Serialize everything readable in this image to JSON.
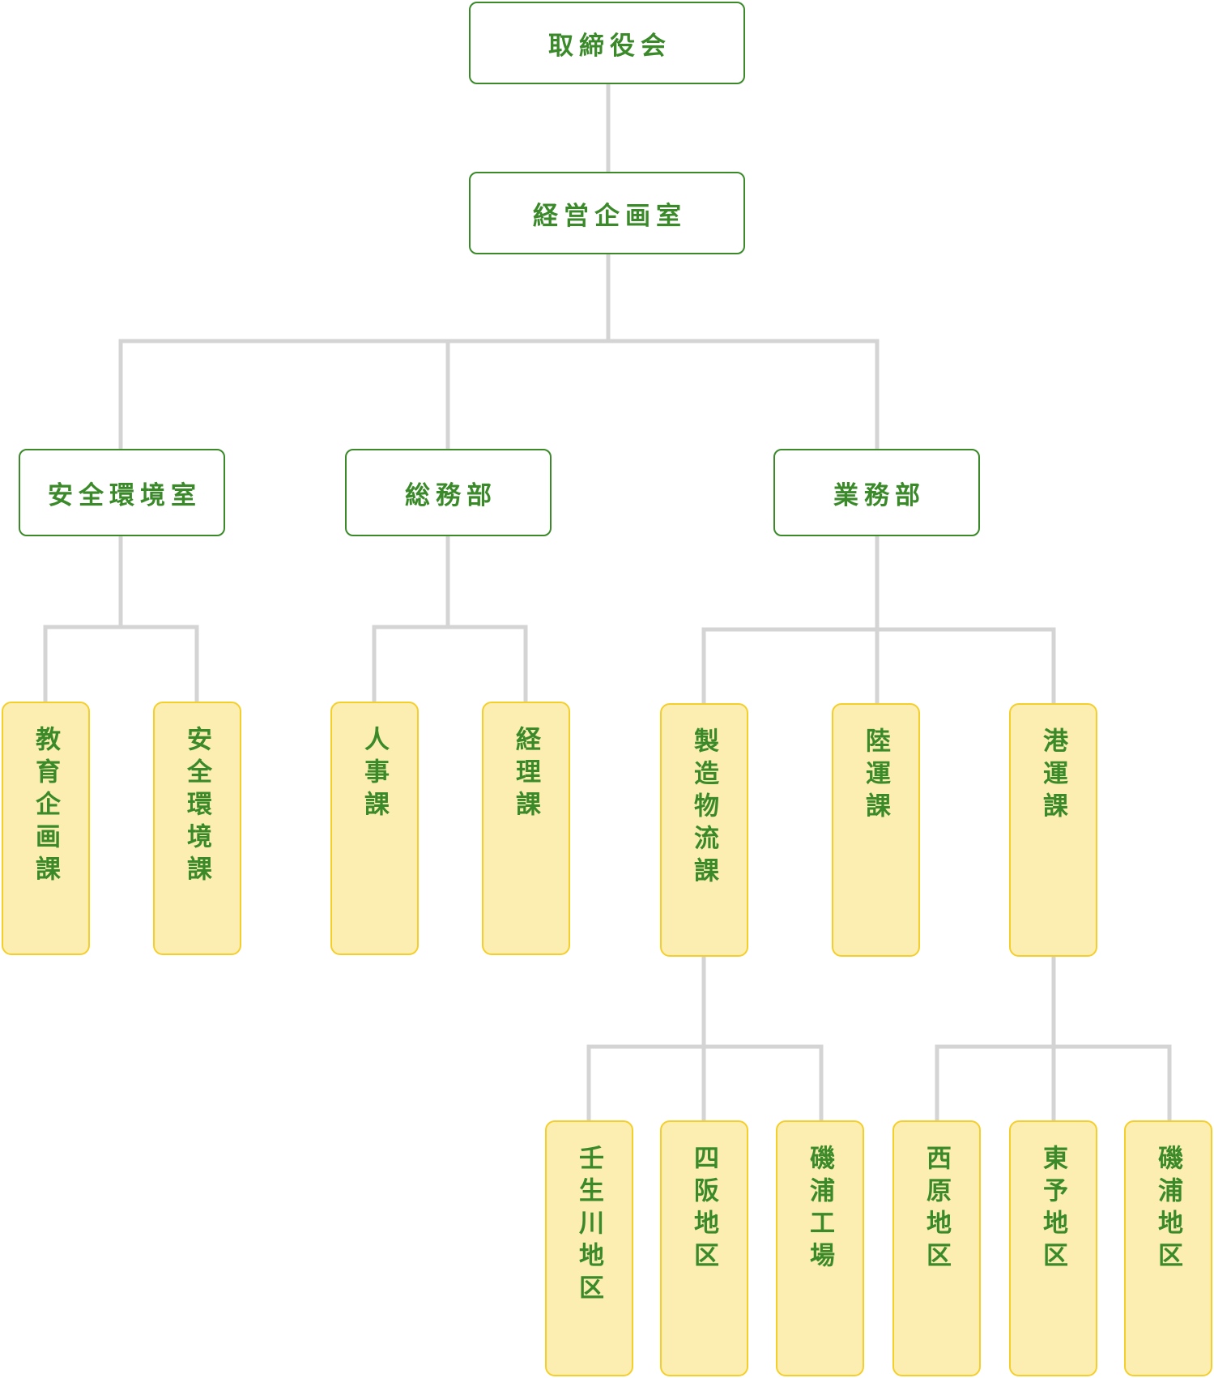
{
  "org": {
    "board": "取締役会",
    "planning": "経営企画室",
    "dept_safety": "安全環境室",
    "dept_general": "総務部",
    "dept_business": "業務部",
    "sec_education": "教育企画課",
    "sec_safety_env": "安全環境課",
    "sec_personnel": "人事課",
    "sec_accounting": "経理課",
    "sec_manufacturing": "製造物流課",
    "sec_land": "陸運課",
    "sec_port": "港運課",
    "site_mibukawa": "壬生川地区",
    "site_shisaka": "四阪地区",
    "site_isoura_factory": "磯浦工場",
    "site_nishihara": "西原地区",
    "site_toyo": "東予地区",
    "site_isoura_district": "磯浦地区"
  },
  "colors": {
    "primary_green": "#3a8a2a",
    "connector_gray": "#d4d4d4",
    "leaf_fill": "#fcedb0",
    "leaf_border": "#f4cf2b"
  }
}
